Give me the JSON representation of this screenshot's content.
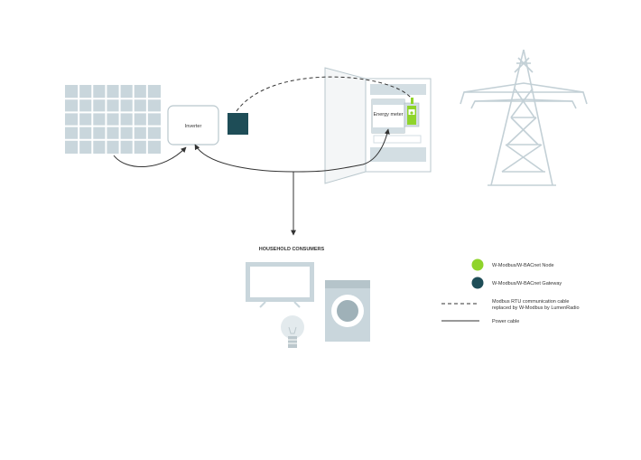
{
  "diagram": {
    "inverter_label": "Inverter",
    "energy_meter_label": "Energy meter",
    "consumers_title": "HOUSEHOLD CONSUMERS"
  },
  "legend": {
    "node_label": "W-Modbus/W-BACnet Node",
    "gateway_label": "W-Modbus/W-BACnet Gateway",
    "comm_cable_line1": "Modbus RTU communication cable",
    "comm_cable_line2": "replaced by W-Modbus by LumenRadio",
    "power_cable_label": "Power cable"
  },
  "colors": {
    "node": "#8fd42b",
    "gateway": "#1e4d57",
    "panel": "#c9d6dc",
    "equipment": "#d3dee3",
    "line": "#333333"
  }
}
